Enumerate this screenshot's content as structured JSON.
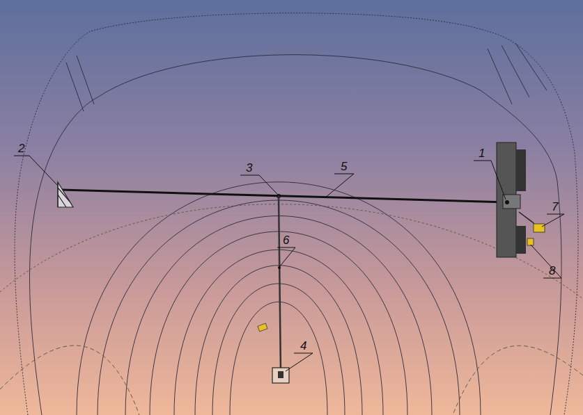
{
  "diagram": {
    "labels": [
      "2",
      "3",
      "1",
      "5",
      "7",
      "6",
      "8",
      "4"
    ]
  }
}
